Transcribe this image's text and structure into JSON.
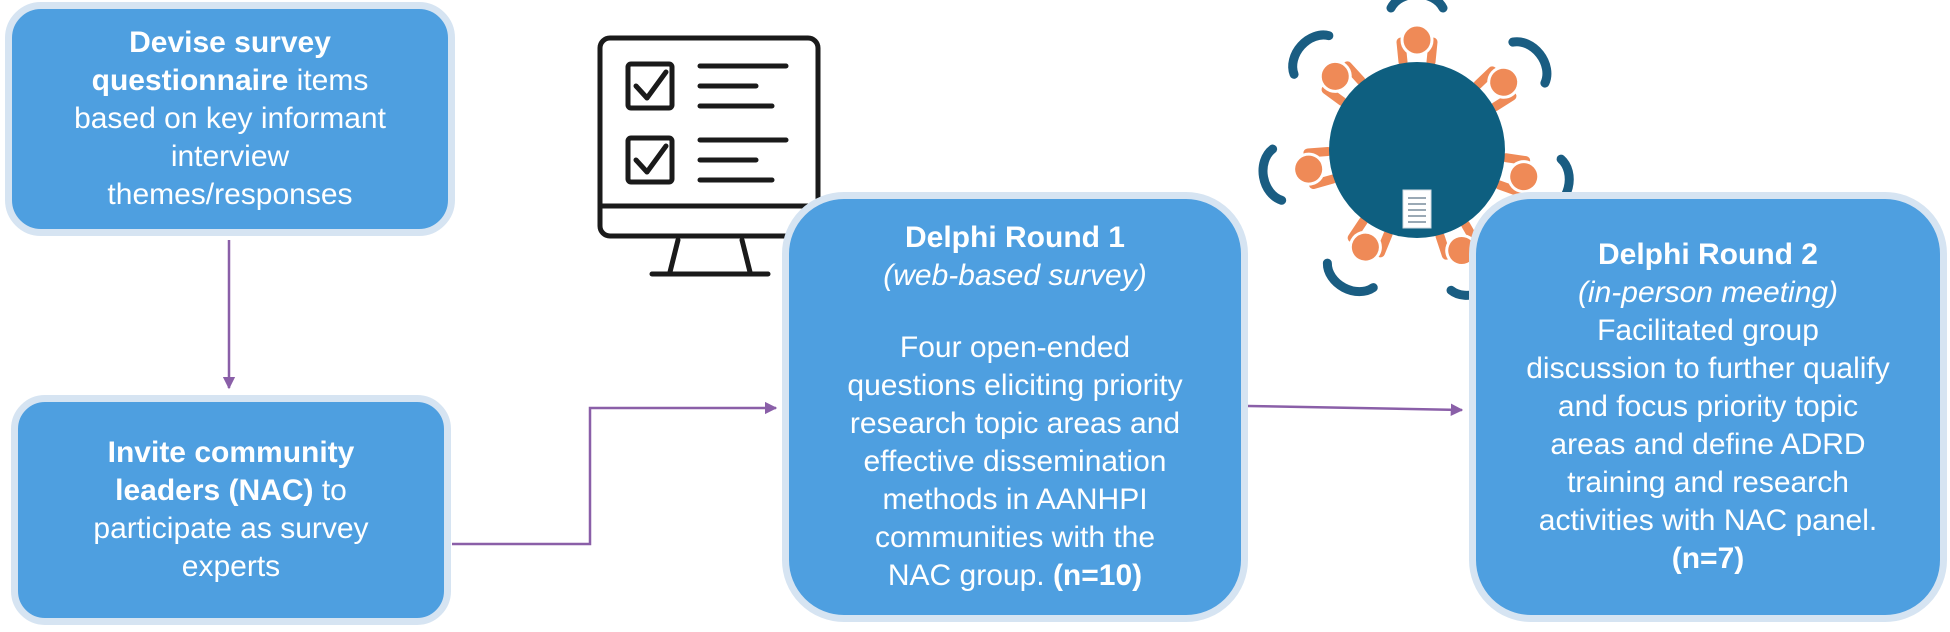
{
  "colors": {
    "box_fill": "#4e9fe0",
    "box_border": "#d6e4f2",
    "arrow": "#8a5fa8",
    "table": "#0e5f80",
    "person": "#ef8a57",
    "chair": "#1a5d82"
  },
  "icons": {
    "survey": "monitor-checklist-icon",
    "meeting": "round-table-meeting-icon"
  },
  "box1": {
    "bold1": "Devise survey",
    "bold2": "questionnaire",
    "text2": " items",
    "line3": "based on key informant",
    "line4": "interview",
    "line5": "themes/responses"
  },
  "box2": {
    "bold1": "Invite community",
    "bold2": "leaders (NAC)",
    "text2": " to",
    "line3": "participate as survey",
    "line4": "experts"
  },
  "box3": {
    "title": "Delphi Round 1",
    "subtitle": "(web-based survey)",
    "lines": [
      "Four open-ended",
      "questions  eliciting priority",
      "research topic areas and",
      "effective dissemination",
      "methods in AANHPI",
      "communities with the"
    ],
    "last_text": "NAC group. ",
    "last_bold": "(n=10)"
  },
  "box4": {
    "title": "Delphi Round 2",
    "subtitle": "(in-person meeting)",
    "lines": [
      "Facilitated group",
      "discussion to further qualify",
      "and focus priority topic",
      "areas and define ADRD",
      "training and research",
      "activities with NAC panel."
    ],
    "last_bold": "(n=7)"
  }
}
